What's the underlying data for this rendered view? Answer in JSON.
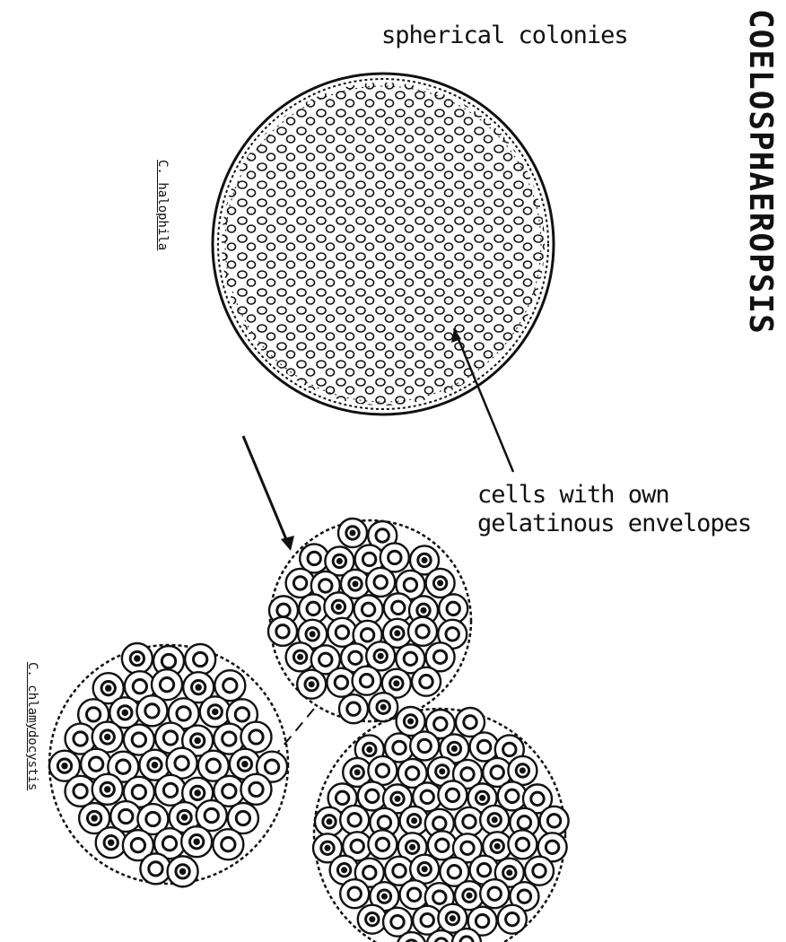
{
  "figure": {
    "genus_title": "COELOSPHAEROPSIS",
    "label_top": "spherical colonies",
    "label_cells": [
      "cells with own",
      "gelatinous envelopes"
    ],
    "species_1": "C. halophila",
    "species_2": "C. chlamydocystis"
  },
  "colors": {
    "ink": "#111111",
    "paper": "#ffffff"
  }
}
